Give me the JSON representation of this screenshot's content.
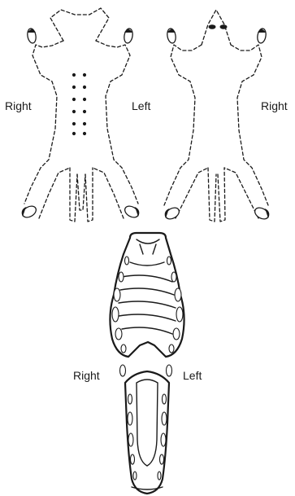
{
  "top_view": {
    "dorsal": {
      "side_left": "Right",
      "side_right": "Left"
    },
    "ventral": {
      "side_right": "Right"
    }
  },
  "bottom_view": {
    "side_left": "Right",
    "side_right": "Left"
  },
  "colors": {
    "line": "#1a1a1a",
    "background": "#ffffff"
  }
}
